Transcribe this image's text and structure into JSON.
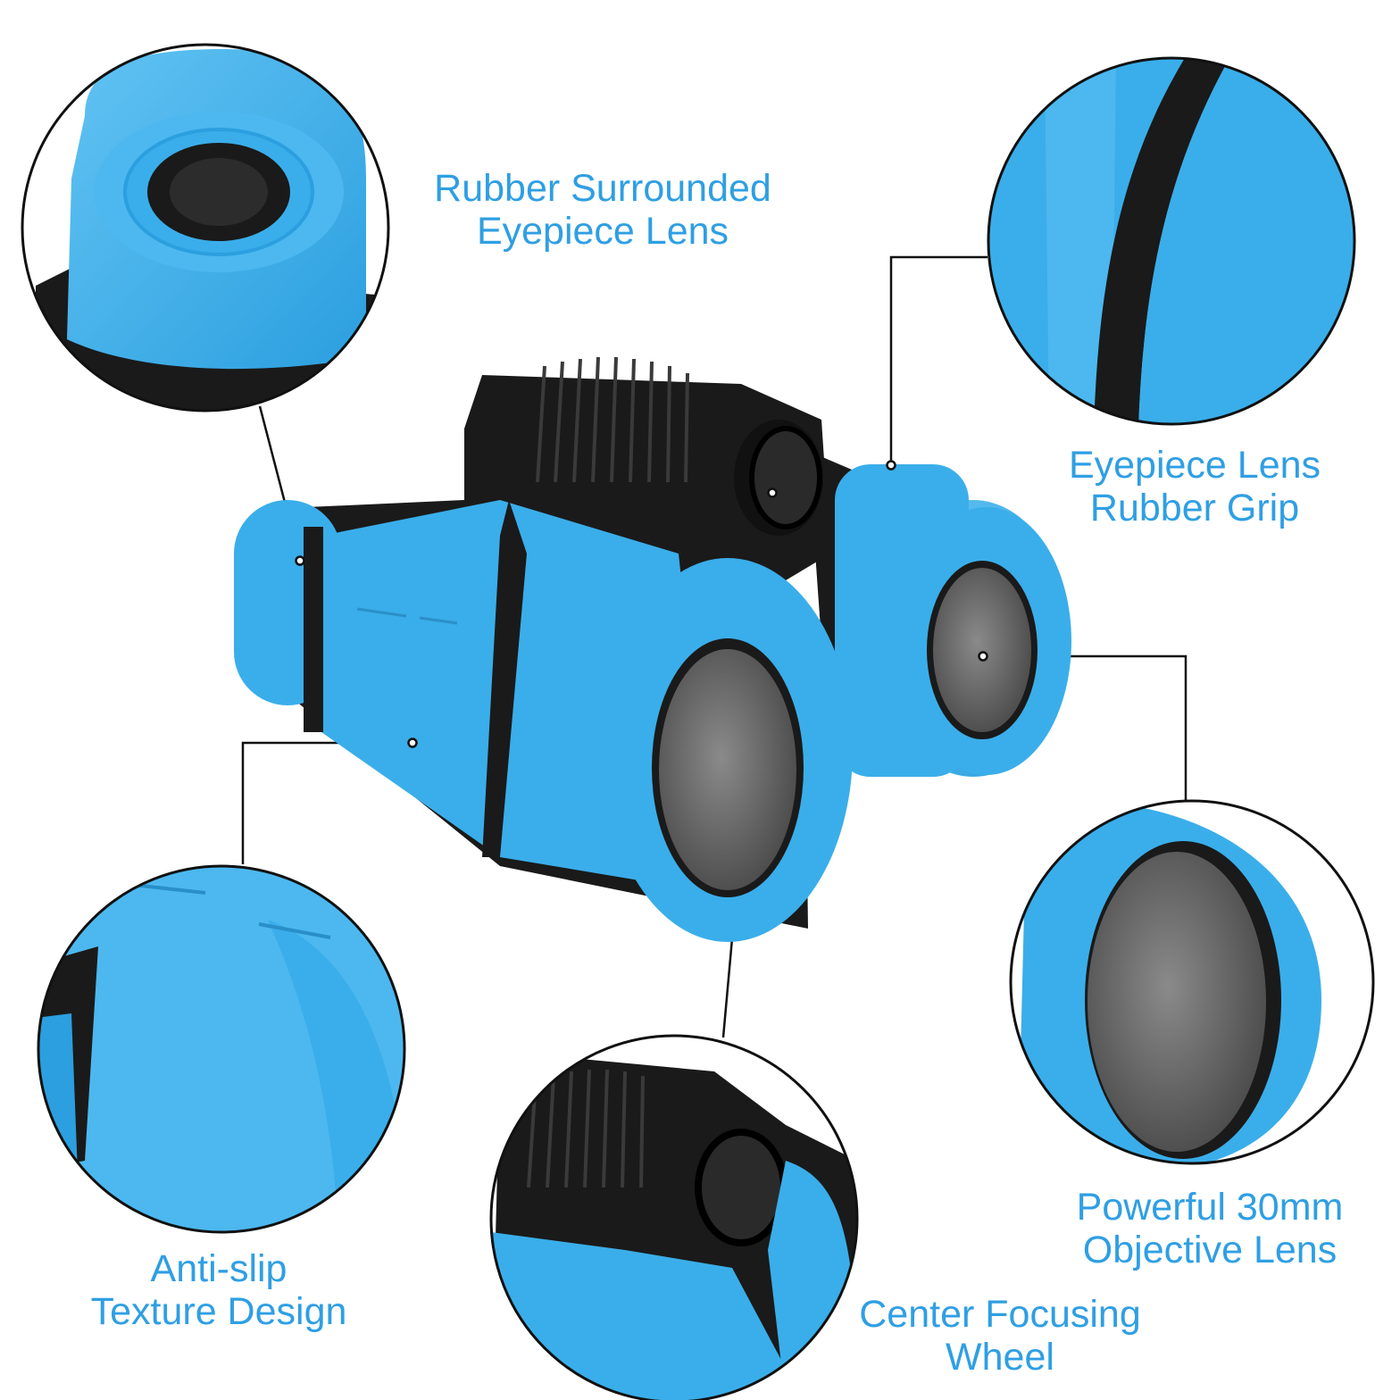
{
  "colors": {
    "blue": "#3aaeea",
    "blue_light": "#6cc9f5",
    "blue_dark": "#1e8cc8",
    "black": "#1a1a1a",
    "lens_gray": "#6e6e6e",
    "text": "#2f9fe3",
    "line": "#111111",
    "background": "#ffffff"
  },
  "callouts": {
    "eyepiece_lens": {
      "line1": "Rubber Surrounded",
      "line2": "Eyepiece Lens",
      "icon": "eyepiece-closeup"
    },
    "rubber_grip": {
      "line1": "Eyepiece Lens",
      "line2": "Rubber Grip",
      "icon": "rubber-grip-closeup"
    },
    "anti_slip": {
      "line1": "Anti-slip",
      "line2": "Texture Design",
      "icon": "texture-closeup"
    },
    "objective_lens": {
      "line1": "Powerful 30mm",
      "line2": "Objective Lens",
      "icon": "objective-lens-closeup"
    },
    "focus_wheel": {
      "line1": "Center Focusing",
      "line2": "Wheel",
      "icon": "focus-wheel-closeup"
    }
  },
  "product": {
    "icon": "binoculars"
  }
}
